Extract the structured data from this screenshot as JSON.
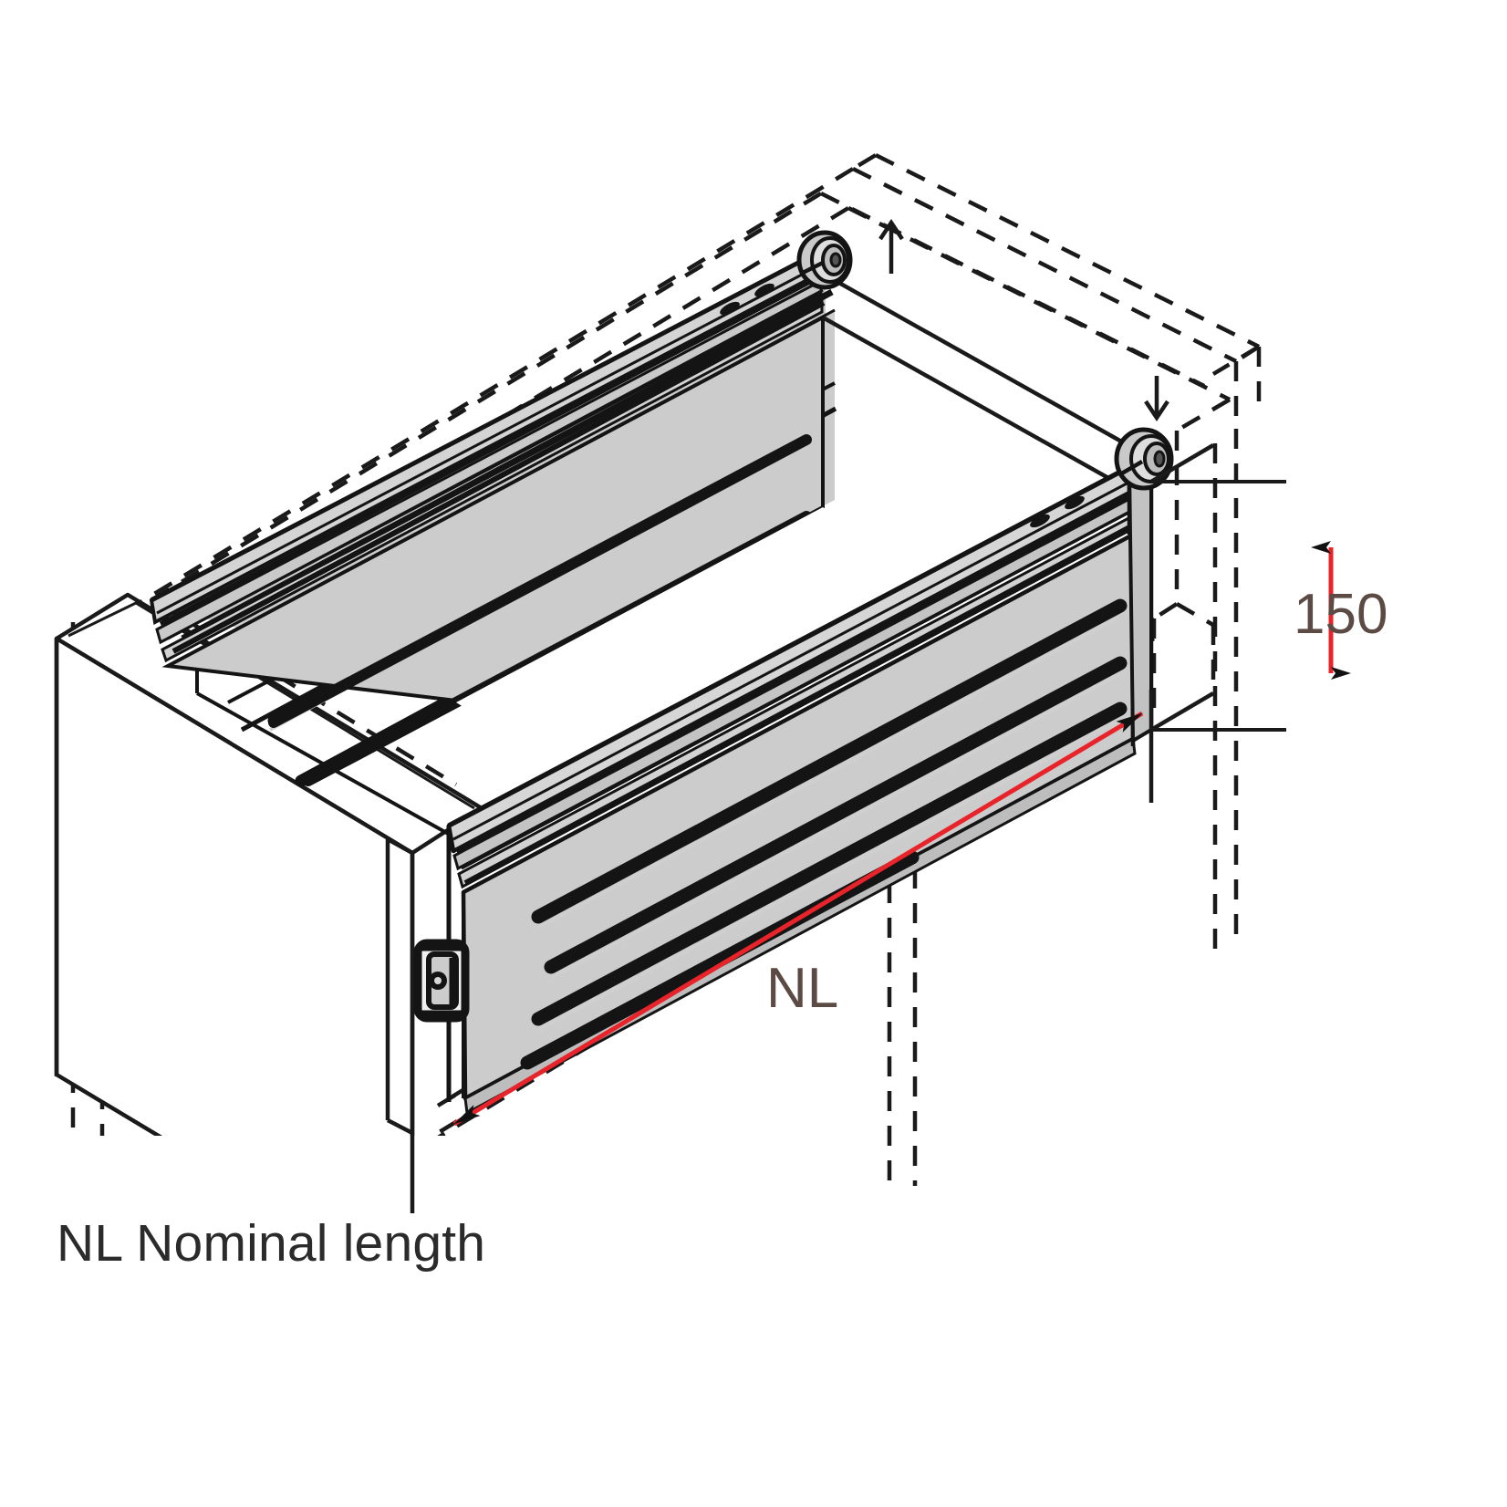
{
  "drawing": {
    "type": "technical-isometric-line-drawing",
    "subject": "Drawer runner system installed in cabinet carcase",
    "background_color": "#ffffff"
  },
  "dimensions": {
    "height": {
      "value": "150",
      "unit_implied": "mm",
      "line_color": "#e8232a",
      "text_color": "#5c4a44",
      "orientation": "vertical",
      "arrow_style": "double-ended-solid-black"
    },
    "length": {
      "value": "NL",
      "line_color": "#e8232a",
      "text_color": "#5c4a44",
      "orientation": "diagonal",
      "arrow_style": "double-ended-solid-black"
    }
  },
  "legend": {
    "caption": "NL Nominal length",
    "caption_color": "#2b2b2b"
  },
  "colors": {
    "panel_fill": "#cccccc",
    "panel_fill_light": "#d9d9d9",
    "panel_fill_dark": "#b5b5b5",
    "outline": "#1a1a1a",
    "hidden_line": "#1a1a1a",
    "carcase_fill": "#ffffff",
    "red_dimension": "#e8232a",
    "dimension_text": "#5c4a44"
  },
  "parts": [
    {
      "name": "cabinet-carcase",
      "style": "dashed-hidden-outline"
    },
    {
      "name": "cabinet-front-panel",
      "style": "solid-white-fill"
    },
    {
      "name": "drawer-side-left",
      "style": "grey-fill-with-grooves"
    },
    {
      "name": "drawer-side-right",
      "style": "grey-fill-with-grooves"
    },
    {
      "name": "drawer-runner-rail",
      "style": "grey-profile"
    },
    {
      "name": "roller-rear-left",
      "style": "concentric-circles"
    },
    {
      "name": "roller-rear-right",
      "style": "concentric-circles"
    },
    {
      "name": "front-fixing-bracket",
      "style": "dark-detail"
    }
  ]
}
